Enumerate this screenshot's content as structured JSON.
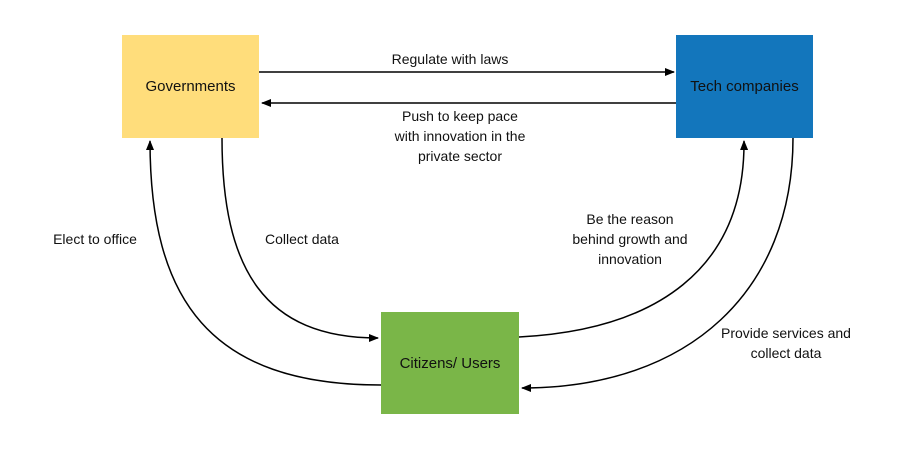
{
  "nodes": {
    "governments": {
      "label": "Governments",
      "color": "#FFDD7B"
    },
    "tech_companies": {
      "label": "Tech companies",
      "color": "#1376BC"
    },
    "citizens": {
      "label": "Citizens/ Users",
      "color": "#7AB648"
    }
  },
  "edges": {
    "regulate": {
      "lines": [
        "Regulate with laws"
      ]
    },
    "push": {
      "lines": [
        "Push to keep pace",
        "with innovation in the",
        "private sector"
      ]
    },
    "elect": {
      "lines": [
        "Elect to office"
      ]
    },
    "collect": {
      "lines": [
        "Collect data"
      ]
    },
    "reason": {
      "lines": [
        "Be the reason",
        "behind growth and",
        "innovation"
      ]
    },
    "provide": {
      "lines": [
        "Provide services and",
        "collect data"
      ]
    }
  },
  "style": {
    "edge_color": "#000000"
  }
}
